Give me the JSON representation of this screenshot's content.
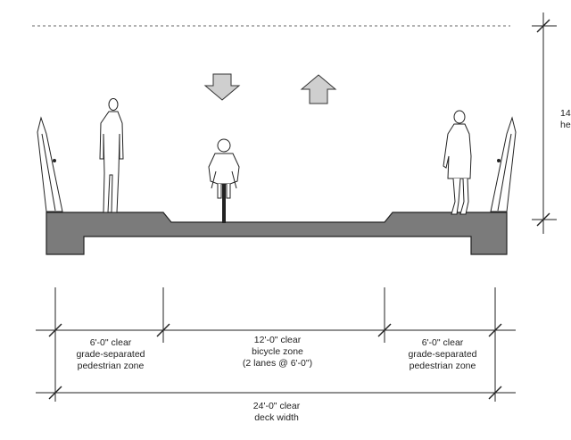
{
  "labels": {
    "clearance_side": [
      "14",
      "he"
    ],
    "left_zone": [
      "6'-0\" clear",
      "grade-separated",
      "pedestrian zone"
    ],
    "center_zone": [
      "12'-0\" clear",
      "bicycle zone",
      "(2 lanes @ 6'-0\")"
    ],
    "right_zone": [
      "6'-0\" clear",
      "grade-separated",
      "pedestrian zone"
    ],
    "deck": [
      "24'-0\" clear",
      "deck width"
    ]
  },
  "colors": {
    "deck_fill": "#7b7b7b",
    "stroke": "#222222",
    "arrow_fill": "#cfcfcf"
  },
  "icons": [
    "down-arrow-icon",
    "up-arrow-icon"
  ]
}
